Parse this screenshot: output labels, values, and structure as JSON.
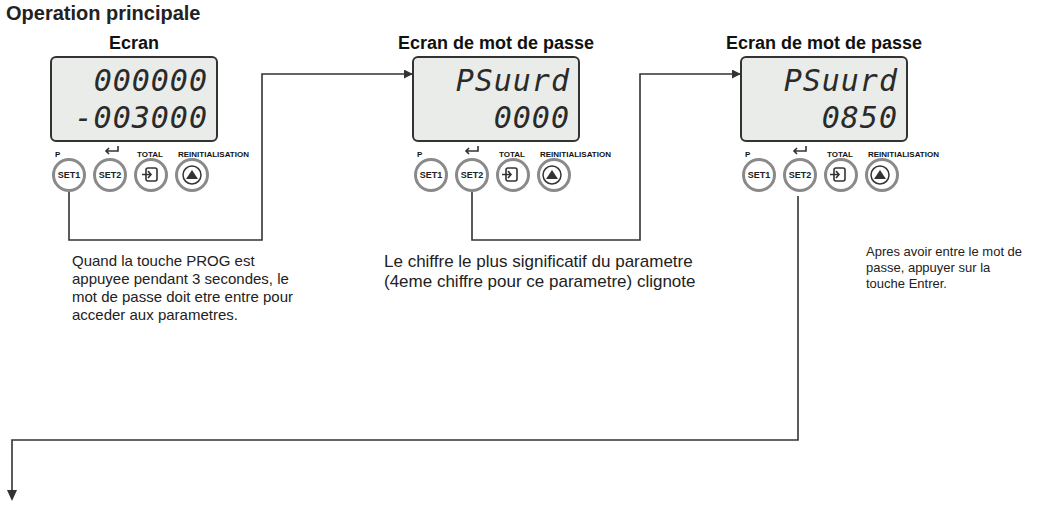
{
  "diagram": {
    "title": "Operation principale",
    "nodes": [
      {
        "text": [
          "Ecran",
          "000000",
          "-003000"
        ]
      },
      {
        "text": [
          "P",
          "SET1"
        ]
      },
      {
        "text": [
          "SET2"
        ]
      },
      {
        "text": [
          "TOTAL"
        ]
      },
      {
        "text": [
          "REINITIALISATION"
        ]
      },
      {
        "text": [
          "Ecran de mot de passe",
          "PSuurd",
          "0000"
        ]
      },
      {
        "text": [
          "P",
          "SET1"
        ]
      },
      {
        "text": [
          "SET2"
        ]
      },
      {
        "text": [
          "TOTAL"
        ]
      },
      {
        "text": [
          "REINITIALISATION"
        ]
      },
      {
        "text": [
          "Ecran de mot de passe",
          "PSuurd",
          "0850"
        ]
      },
      {
        "text": [
          "P",
          "SET1"
        ]
      },
      {
        "text": [
          "SET2"
        ]
      },
      {
        "text": [
          "TOTAL"
        ]
      },
      {
        "text": [
          "REINITIALISATION"
        ]
      }
    ],
    "edges": [
      {
        "from": 1,
        "to": 5,
        "arrow": "to"
      },
      {
        "from": 7,
        "to": 10,
        "arrow": "to"
      }
    ],
    "labels": [
      "Quand la touche PROG est appuyee pendant 3 secondes, le mot de passe doit etre entre pour acceder aux parametres.",
      "Le chiffre le plus significatif du parametre (4eme chiffre pour ce parametre) clignote",
      "Apres avoir entre le mot de passe, appuyer sur la touche Entrer."
    ]
  }
}
